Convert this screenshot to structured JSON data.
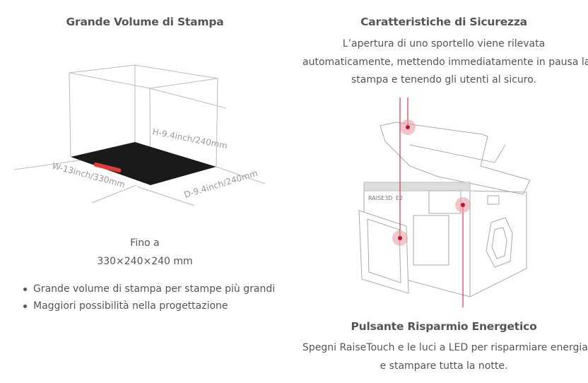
{
  "left": {
    "title": "Grande Volume di Stampa",
    "diagram": {
      "height_label": "H-9.4inch/240mm",
      "width_label": "W-13inch/330mm",
      "depth_label": "D-9.4inch/240mm"
    },
    "size_intro": "Fino a",
    "size_value": "330×240×240 mm",
    "bullets": [
      "Grande volume di stampa per stampe più grandi",
      "Maggiori possibilità nella progettazione"
    ]
  },
  "right": {
    "safety_title": "Caratteristiche di Sicurezza",
    "safety_lines": [
      "L’apertura di uno sportello viene rilevata",
      "automaticamente, mettendo immediatamente in pausa la",
      "stampa e tenendo gli utenti al sicuro."
    ],
    "printer_brand": "RAISE3D",
    "printer_model": "E2",
    "energy_title": "Pulsante Risparmio Energetico",
    "energy_lines": [
      "Spegni RaiseTouch e le luci a LED per risparmiare energia",
      "e stampare tutta la notte."
    ]
  },
  "colors": {
    "accent": "#c8102e",
    "text": "#555555",
    "bed": "#1a1a1a"
  }
}
